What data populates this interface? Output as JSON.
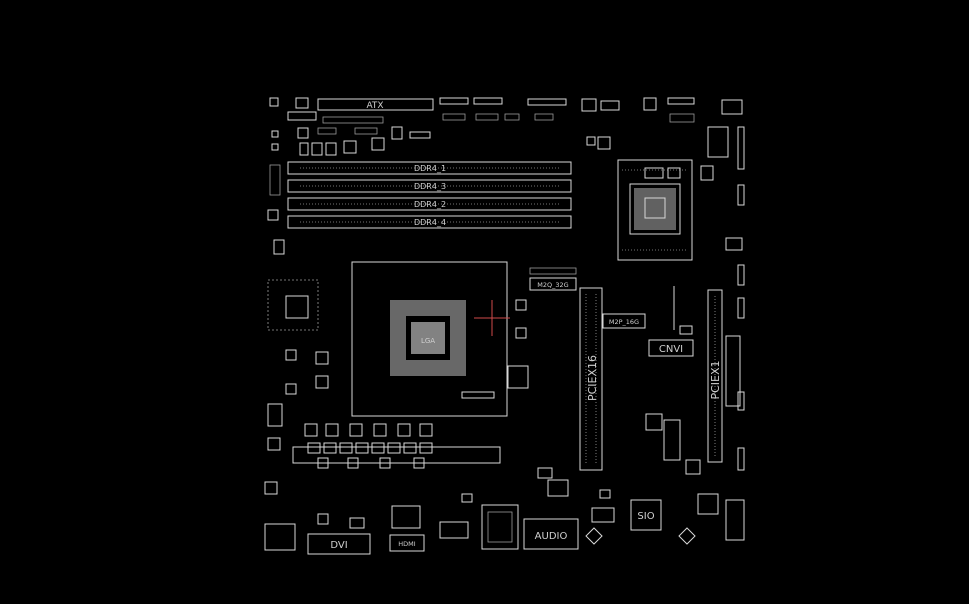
{
  "board": {
    "labels": {
      "atx": "ATX",
      "ddr_a1": "DDR4_1",
      "ddr_a2": "DDR4_3",
      "ddr_b1": "DDR4_2",
      "ddr_b2": "DDR4_4",
      "m2q": "M2Q_32G",
      "m2p": "M2P_16G",
      "cnvi": "CNVI",
      "pciex16": "PCIEX16",
      "pciex1": "PCIEX1",
      "dvi": "DVI",
      "hdmi": "HDMI",
      "audio": "AUDIO",
      "sio": "SIO",
      "cpu_socket": "LGA"
    }
  }
}
